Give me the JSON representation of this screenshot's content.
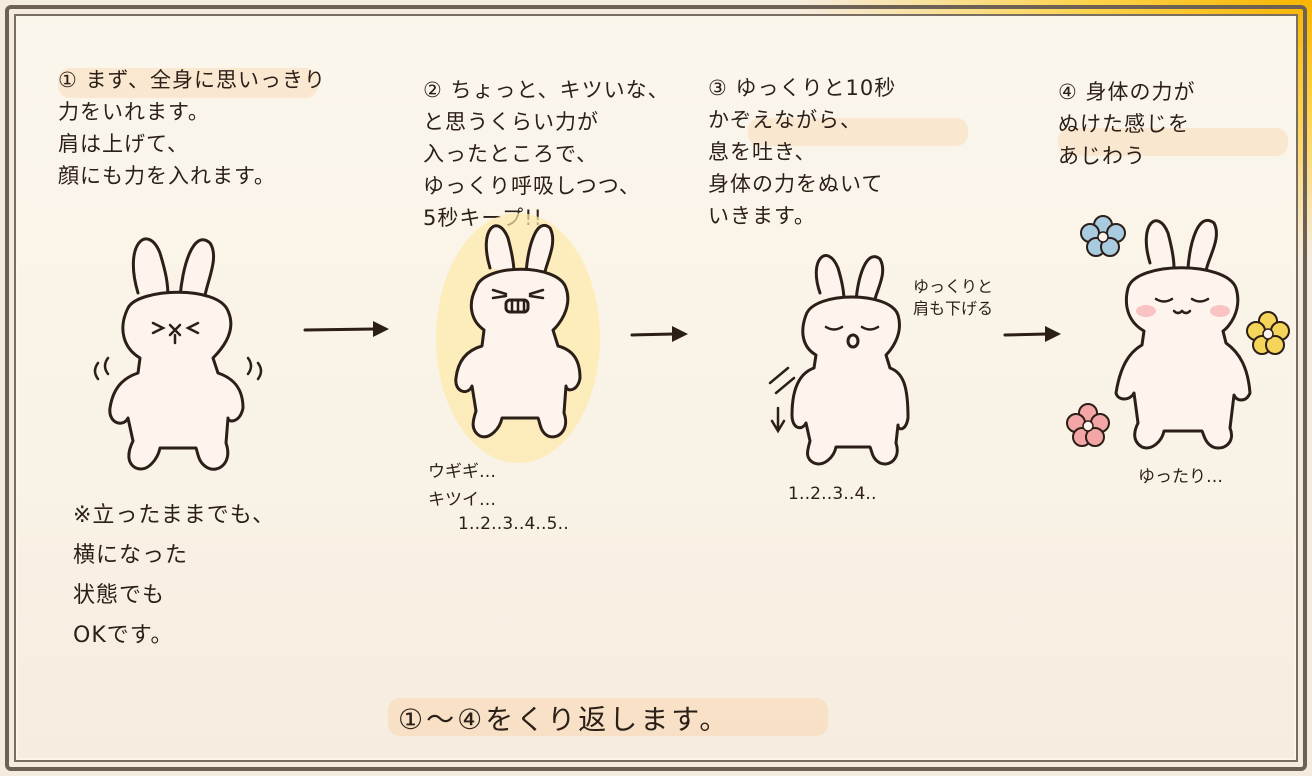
{
  "steps": [
    {
      "text": "① まず、全身に思いっきり\n力をいれます。\n肩は上げて、\n顔にも力を入れます。"
    },
    {
      "text": "② ちょっと、キツいな、\nと思うくらい力が\n入ったところで、\nゆっくり呼吸しつつ、\n5秒キープ!!"
    },
    {
      "text": "③ ゆっくりと10秒\nかぞえながら、\n息を吐き、\n身体の力をぬいて\nいきます。"
    },
    {
      "text": "④ 身体の力が\nぬけた感じを\nあじわう"
    }
  ],
  "notes": {
    "standing": "※立ったままでも、\n横になった\n状態でも\nOKです。",
    "squirm": "ウギギ…\nキツイ…",
    "count5": "1‥2‥3‥4‥5‥",
    "shoulders": "ゆっくりと\n肩も下げる",
    "count4": "1‥2‥3‥4‥",
    "relaxed": "ゆったり…"
  },
  "footer": "①〜④をくり返します。"
}
